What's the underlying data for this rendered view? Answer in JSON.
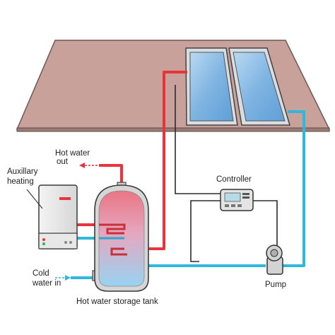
{
  "labels": {
    "hot_water_out_1": "Hot water",
    "hot_water_out_2": "out",
    "auxiliary_1": "Auxillary",
    "auxiliary_2": "heating",
    "controller": "Controller",
    "cold_water_in_1": "Cold",
    "cold_water_in_2": "water in",
    "pump": "Pump",
    "tank": "Hot water storage tank"
  },
  "colors": {
    "roof": "#c9a19b",
    "hot_pipe": "#e8343b",
    "cold_pipe": "#2fb8de",
    "wire": "#2b2b2b",
    "panel_frame": "#d9dde0",
    "panel_glass": "#8fbfe6",
    "tank_hot": "#e9848f",
    "tank_cold": "#9fd5f0"
  },
  "icons": [
    "solar-panel-icon",
    "controller-icon",
    "pump-icon",
    "boiler-icon",
    "tank-icon"
  ]
}
